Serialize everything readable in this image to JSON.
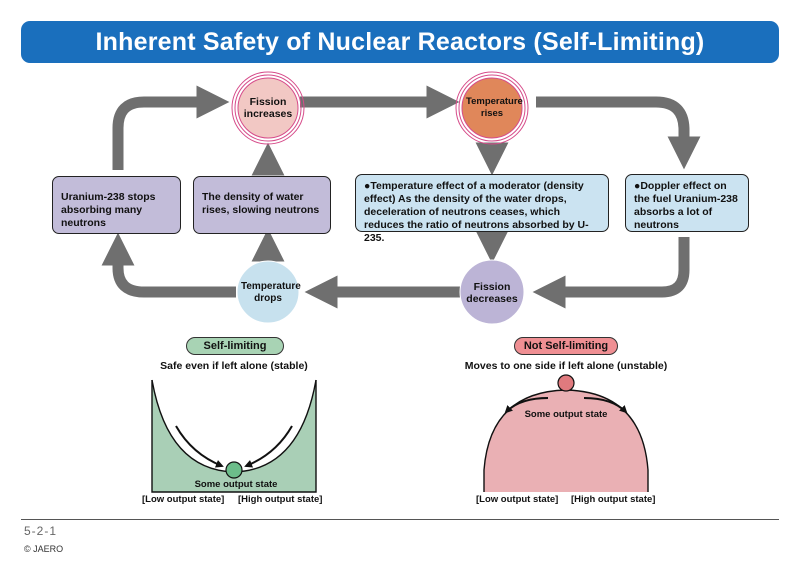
{
  "title": "Inherent Safety of Nuclear Reactors (Self-Limiting)",
  "nodes": {
    "fission_increases": "Fission increases",
    "temperature_rises": "Temperature rises",
    "fission_decreases": "Fission decreases",
    "temperature_drops": "Temperature drops"
  },
  "boxes": {
    "uranium_stops": "Uranium-238 stops absorbing many neutrons",
    "water_density": "The density of water rises, slowing neutrons",
    "moderator_effect": "●Temperature effect of a moderator (density effect) As the density of the water drops, deceleration of neutrons ceases, which reduces the ratio of neutrons absorbed by U-235.",
    "doppler_effect": "●Doppler effect on the fuel Uranium-238 absorbs a lot of neutrons"
  },
  "self_limiting": {
    "label": "Self-limiting",
    "caption": "Safe even if left alone (stable)",
    "state_label": "Some output state",
    "low_label": "[Low output state]",
    "high_label": "[High output state]"
  },
  "not_self_limiting": {
    "label": "Not Self-limiting",
    "caption": "Moves to one side if left alone (unstable)",
    "state_label": "Some output state",
    "low_label": "[Low output state]",
    "high_label": "[High output state]"
  },
  "footer": {
    "page_number": "5-2-1",
    "copyright": "© JAERO"
  },
  "colors": {
    "banner": "#1a6fbd",
    "arrow": "#6f6f6f",
    "hot_node": "#e0875a",
    "pink_node": "#f2c8c4",
    "fission_decrease_node": "#bcb4d6",
    "temp_drop_node": "#c7e1ee",
    "purple_box": "#c2bcd9",
    "blue_box": "#cbe3f1",
    "stable_fill": "#a9cfb6",
    "unstable_fill": "#eab0b4",
    "stable_pill": "#a8d3b4",
    "unstable_pill": "#ef8f93"
  }
}
